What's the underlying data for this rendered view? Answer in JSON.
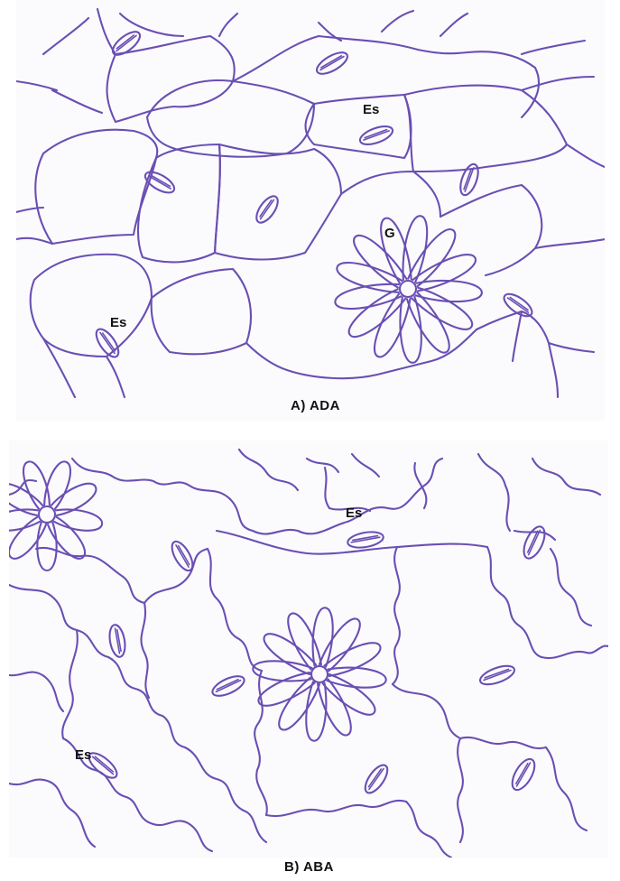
{
  "panel_a": {
    "caption": "A)  ADA",
    "labels": {
      "es_top": "Es",
      "es_left": "Es",
      "gland": "G"
    }
  },
  "panel_b": {
    "caption": "B)  ABA",
    "labels": {
      "es_top": "Es",
      "es_left": "Es"
    }
  },
  "colors": {
    "ink": "#6a4fb3",
    "paper": "#fbfbfd"
  }
}
